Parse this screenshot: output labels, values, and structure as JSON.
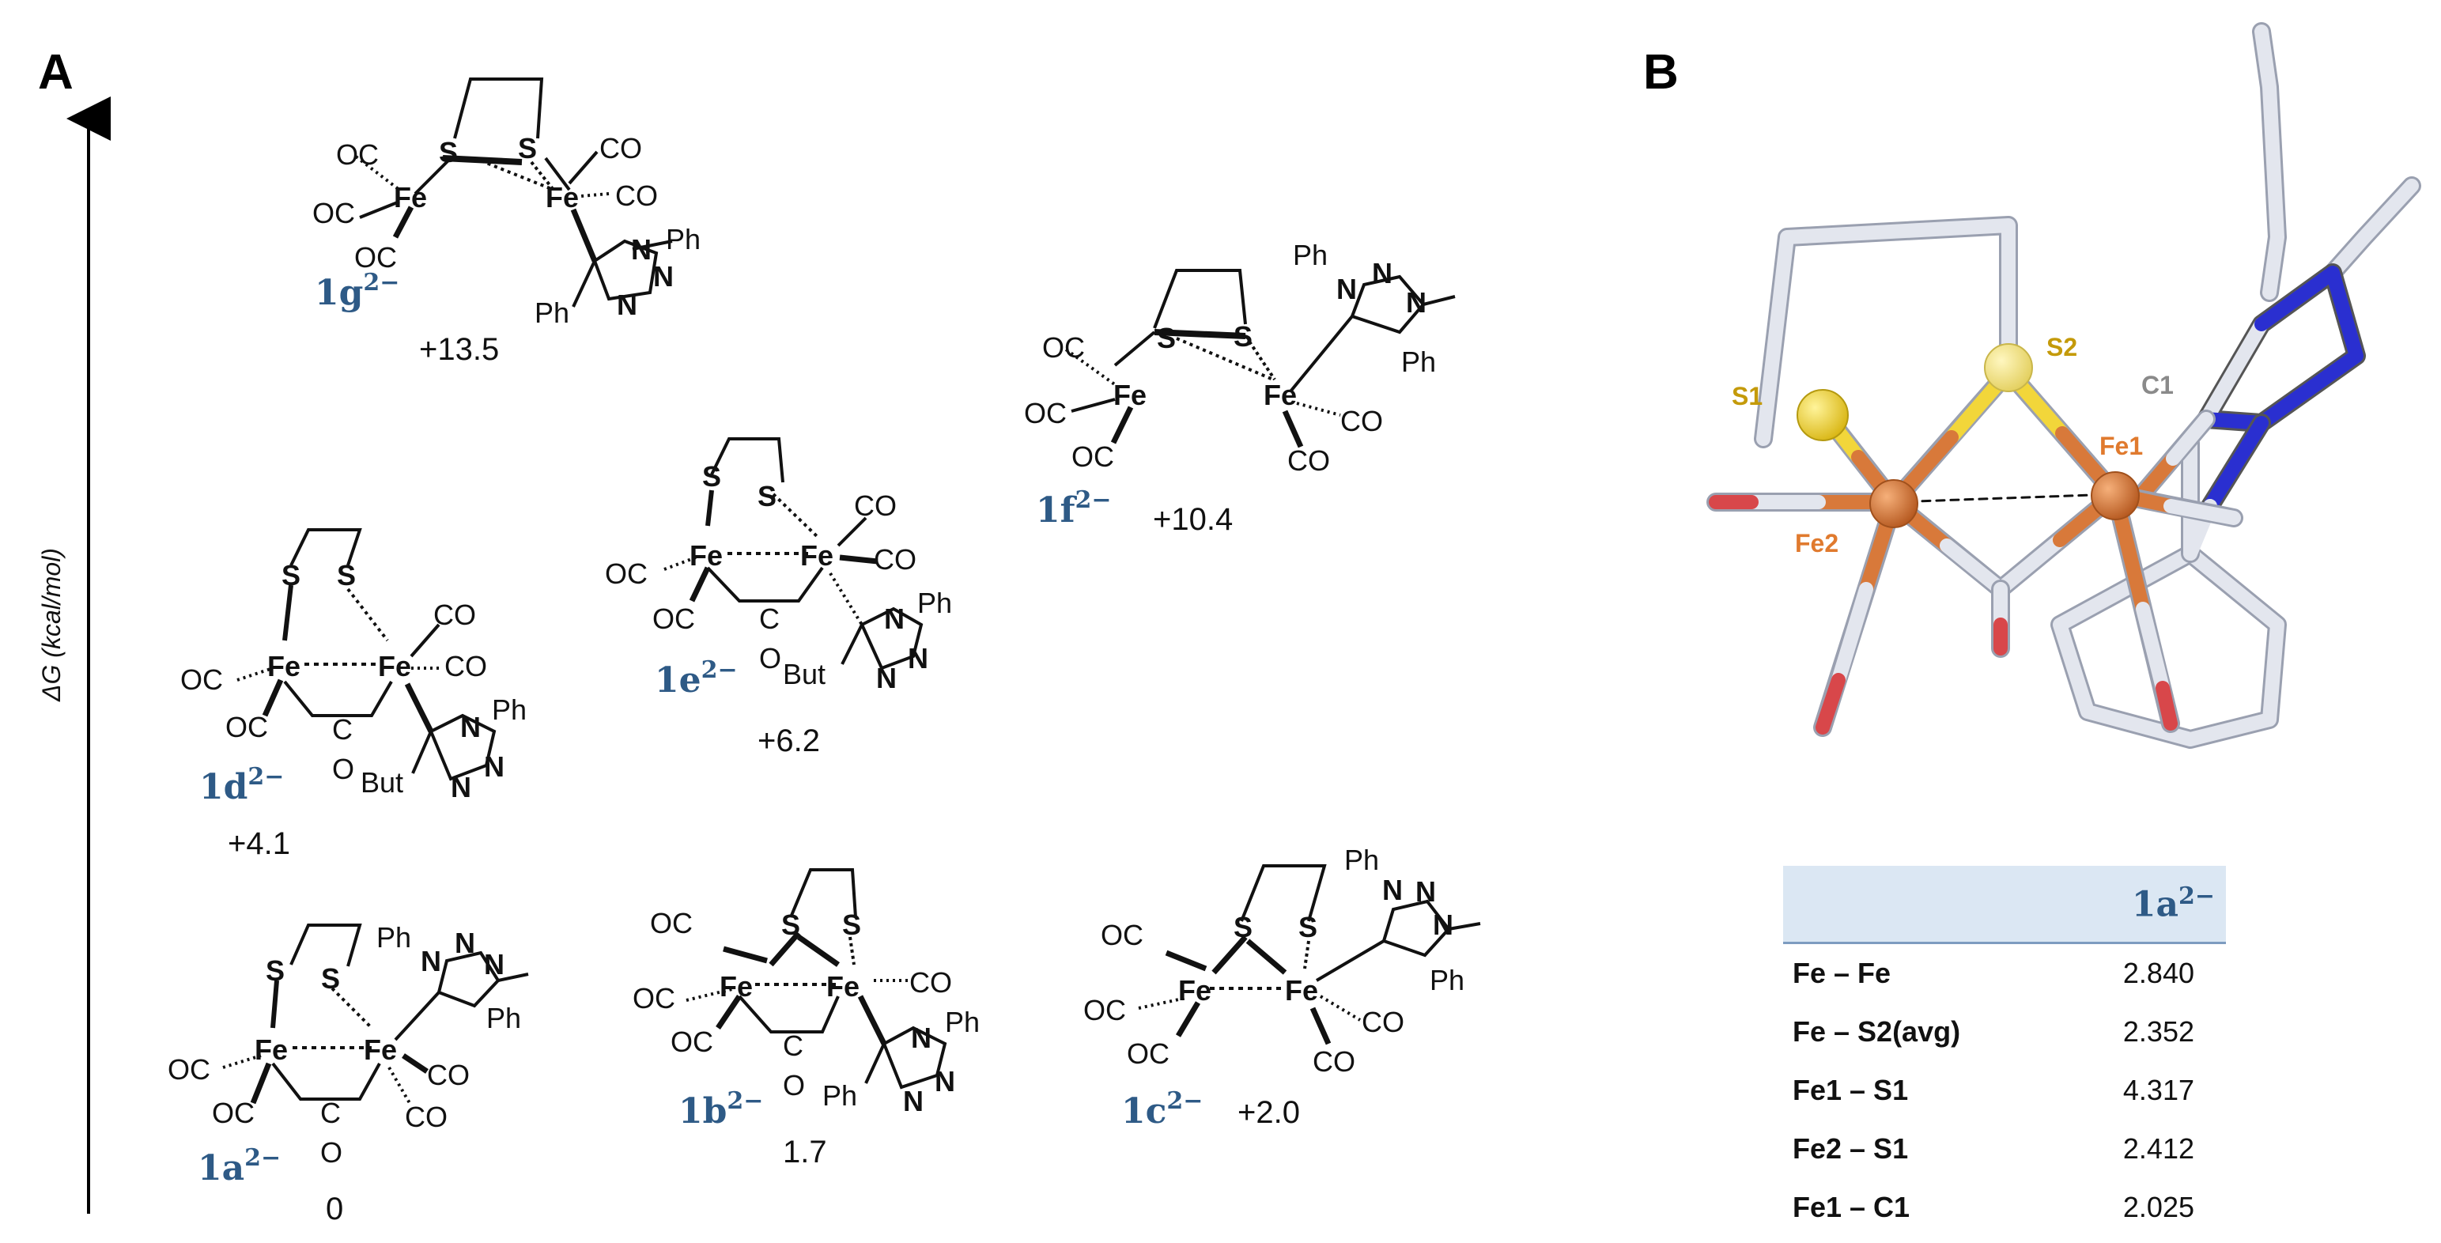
{
  "panel_a": {
    "letter": "A",
    "axis_label": "ΔG (kcal/mol)"
  },
  "panel_b": {
    "letter": "B"
  },
  "labels": {
    "co": "OC",
    "co_r": "CO",
    "fe": "Fe",
    "s": "S",
    "n": "N",
    "ph": "Ph",
    "but": "But",
    "c": "C",
    "o": "O"
  },
  "isomers": [
    {
      "id": "1a",
      "charge": "2−",
      "energy": "0"
    },
    {
      "id": "1b",
      "charge": "2−",
      "energy": "1.7"
    },
    {
      "id": "1c",
      "charge": "2−",
      "energy": "+2.0"
    },
    {
      "id": "1d",
      "charge": "2−",
      "energy": "+4.1"
    },
    {
      "id": "1e",
      "charge": "2−",
      "energy": "+6.2"
    },
    {
      "id": "1f",
      "charge": "2−",
      "energy": "+10.4"
    },
    {
      "id": "1g",
      "charge": "2−",
      "energy": "+13.5"
    }
  ],
  "atoms_3d": {
    "s1": "S1",
    "s2": "S2",
    "fe1": "Fe1",
    "fe2": "Fe2",
    "c1": "C1"
  },
  "colors": {
    "sulfur": "#f2d63a",
    "iron": "#d8793a",
    "nitrogen": "#2a2fd0",
    "oxygen": "#d8474a",
    "carbon": "#e3e6ee",
    "label_s": "#c49a0a",
    "label_fe": "#e07a2e",
    "label_c": "#8a8a8a",
    "compound": "#2e5a86"
  },
  "table": {
    "header": {
      "id": "1a",
      "charge": "2−"
    },
    "rows": [
      {
        "bond": "Fe – Fe",
        "value": "2.840"
      },
      {
        "bond": "Fe – S2(avg)",
        "value": "2.352"
      },
      {
        "bond": "Fe1 – S1",
        "value": "4.317"
      },
      {
        "bond": "Fe2 – S1",
        "value": "2.412"
      },
      {
        "bond": "Fe1 – C1",
        "value": "2.025"
      }
    ]
  }
}
